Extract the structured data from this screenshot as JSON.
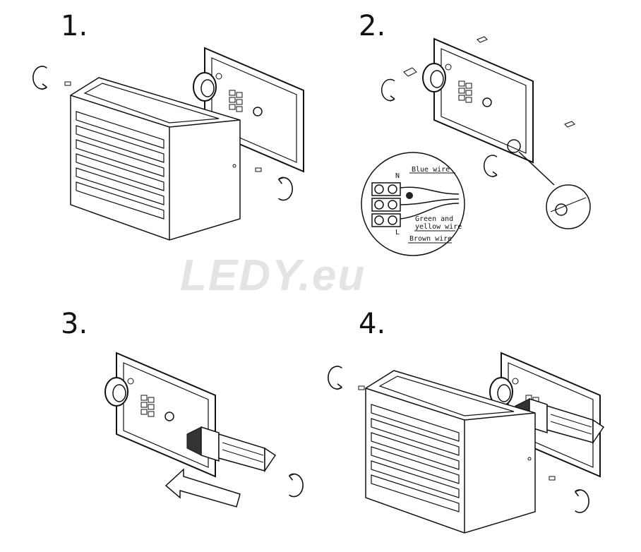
{
  "steps": [
    {
      "number": "1."
    },
    {
      "number": "2."
    },
    {
      "number": "3."
    },
    {
      "number": "4."
    }
  ],
  "wiring": {
    "terminal_n": "N",
    "terminal_l": "L",
    "blue": "Blue wire",
    "green_yellow_1": "Green and",
    "green_yellow_2": "yellow wire",
    "brown": "Brown wire"
  },
  "watermark": "LEDY.eu",
  "colors": {
    "line": "#111111",
    "watermark": "#e4e4e4"
  }
}
